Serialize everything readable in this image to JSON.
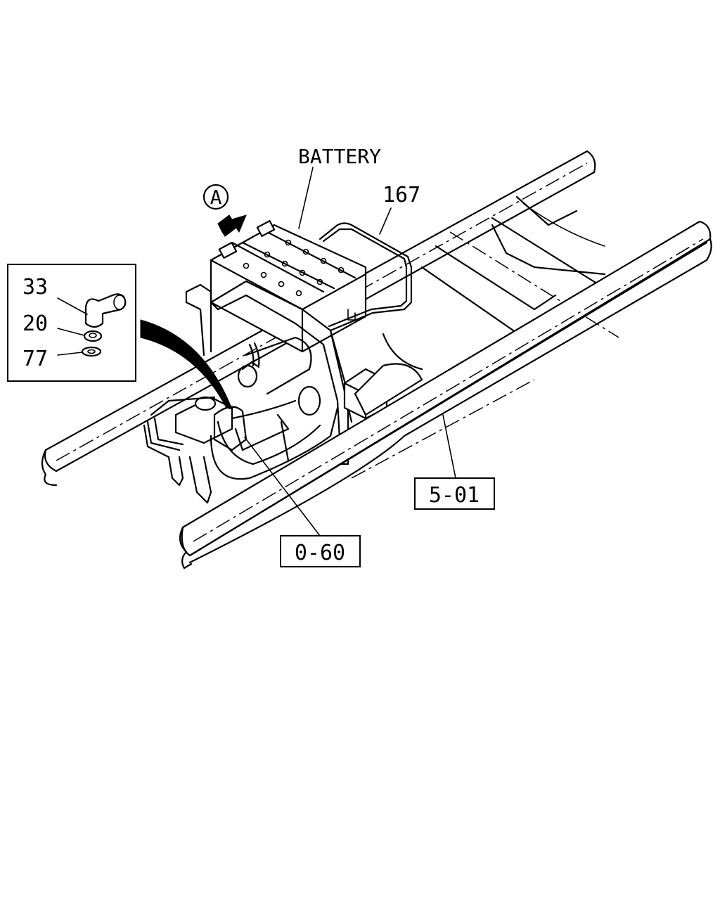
{
  "labels": {
    "battery": "BATTERY",
    "view_a": "A",
    "part_167": "167",
    "part_33": "33",
    "part_20": "20",
    "part_77": "77",
    "ref_5_01": "5-01",
    "ref_0_60": "0-60"
  },
  "colors": {
    "ink": "#000000",
    "paper": "#ffffff"
  }
}
